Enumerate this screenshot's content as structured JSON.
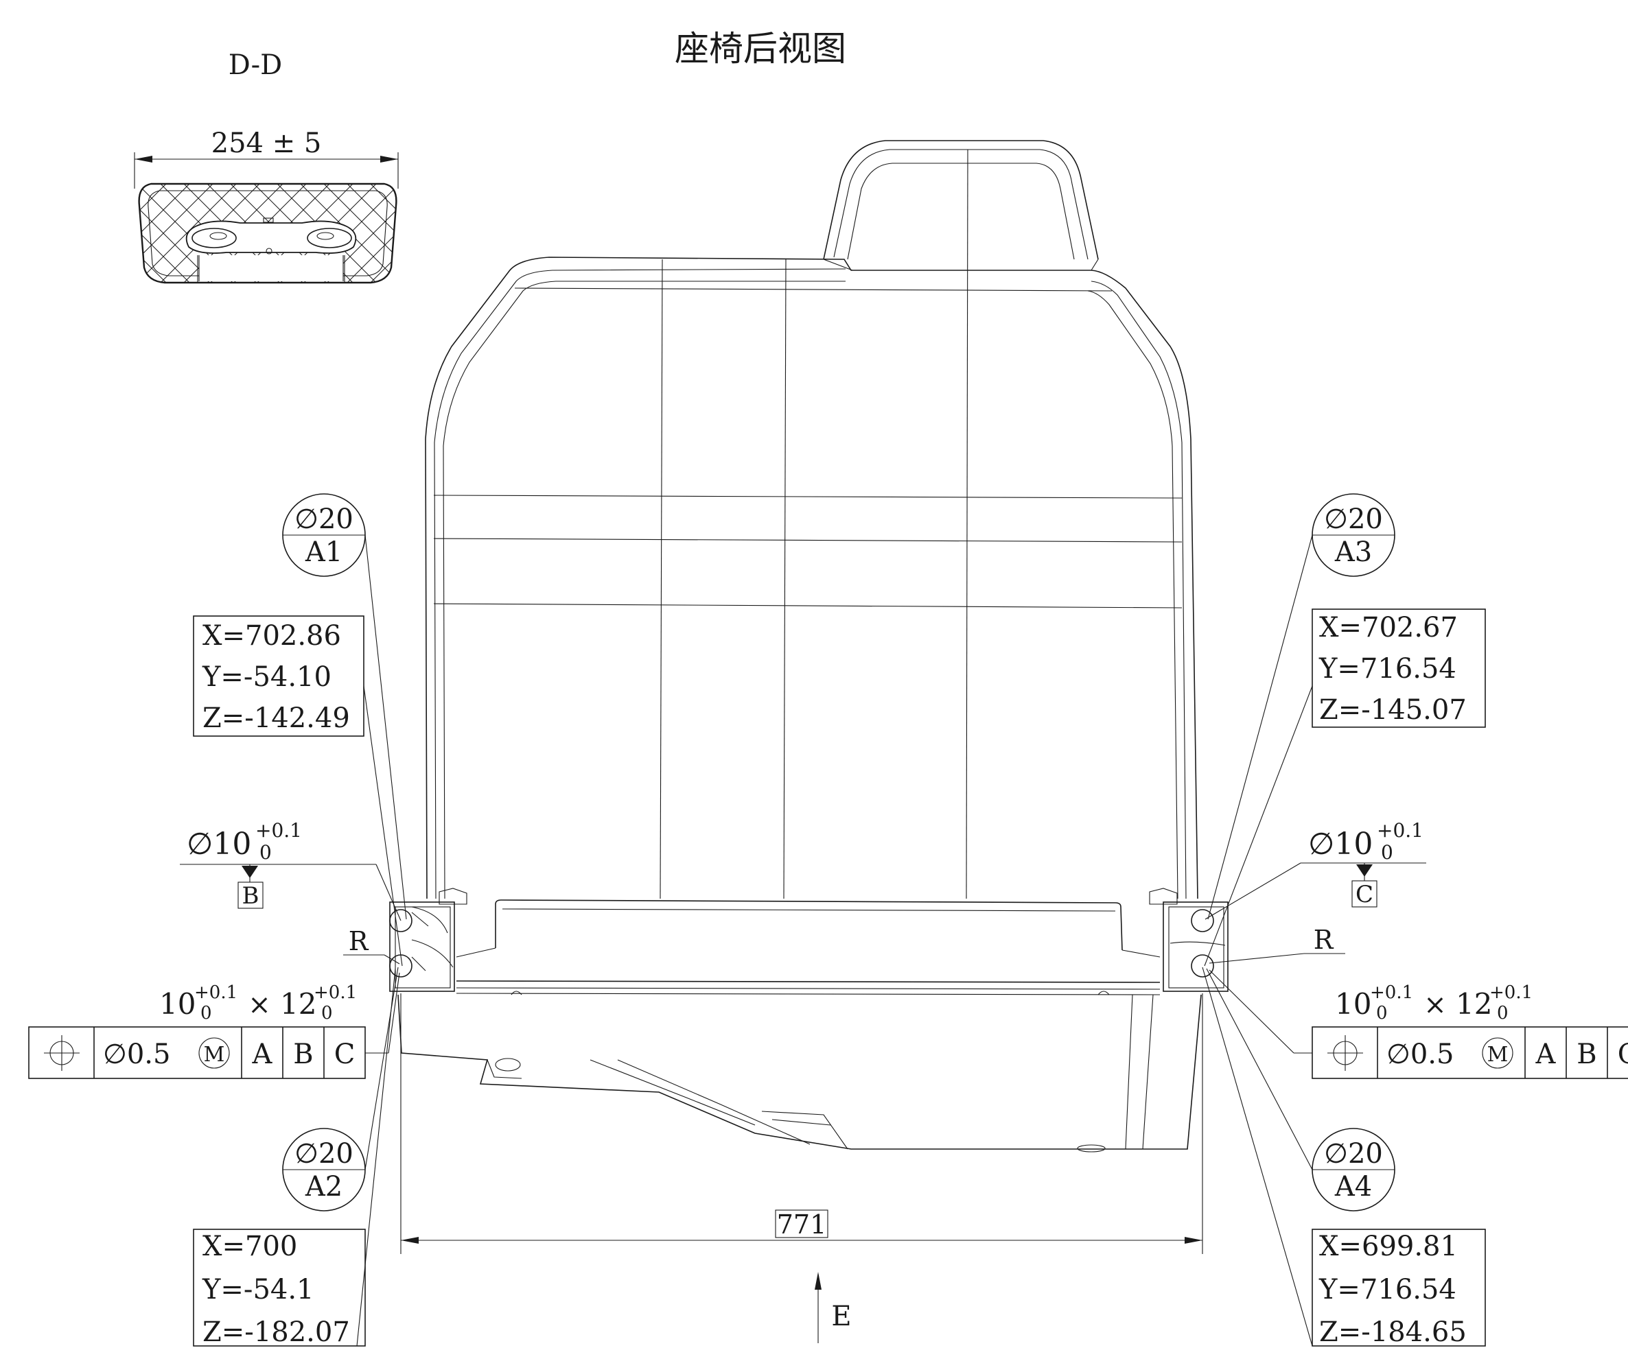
{
  "drawing": {
    "title": "座椅后视图",
    "section_label": "D-D",
    "section_width_dim": "254 ± 5",
    "overall_width_dim": "771",
    "view_arrow_label": "E"
  },
  "balloons": [
    {
      "id": "A1",
      "size": "∅20",
      "label": "A1"
    },
    {
      "id": "A2",
      "size": "∅20",
      "label": "A2"
    },
    {
      "id": "A3",
      "size": "∅20",
      "label": "A3"
    },
    {
      "id": "A4",
      "size": "∅20",
      "label": "A4"
    }
  ],
  "coord_boxes": [
    {
      "id": "A1",
      "x": "X=702.86",
      "y": "Y=-54.10",
      "z": "Z=-142.49"
    },
    {
      "id": "A2",
      "x": "X=700",
      "y": "Y=-54.1",
      "z": "Z=-182.07"
    },
    {
      "id": "A3",
      "x": "X=702.67",
      "y": "Y=716.54",
      "z": "Z=-145.07"
    },
    {
      "id": "A4",
      "x": "X=699.81",
      "y": "Y=716.54",
      "z": "Z=-184.65"
    }
  ],
  "holes": {
    "left": {
      "dia": "∅10",
      "tol_upper": "+0.1",
      "tol_lower": "0",
      "datum": "B",
      "radius_label": "R"
    },
    "right": {
      "dia": "∅10",
      "tol_upper": "+0.1",
      "tol_lower": "0",
      "datum": "C",
      "radius_label": "R"
    }
  },
  "slots": {
    "left": {
      "w": "10",
      "w_up": "+0.1",
      "w_lo": "0",
      "times": "×",
      "h": "12",
      "h_up": "+0.1",
      "h_lo": "0"
    },
    "right": {
      "w": "10",
      "w_up": "+0.1",
      "w_lo": "0",
      "times": "×",
      "h": "12",
      "h_up": "+0.1",
      "h_lo": "0"
    }
  },
  "fcf": {
    "left": {
      "symbol": "⌖",
      "tolerance": "∅0.5",
      "modifier": "M",
      "datums": [
        "A",
        "B",
        "C"
      ]
    },
    "right": {
      "symbol": "⌖",
      "tolerance": "∅0.5",
      "modifier": "M",
      "datums": [
        "A",
        "B",
        "C"
      ]
    }
  }
}
